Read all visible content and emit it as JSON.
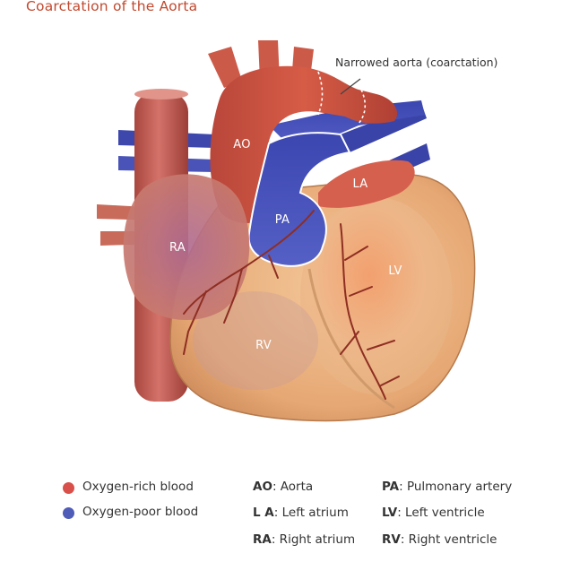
{
  "title": "Coarctation of the Aorta",
  "callout": "Narrowed aorta (coarctation)",
  "labels": {
    "ao": "AO",
    "pa": "PA",
    "la": "LA",
    "ra": "RA",
    "lv": "LV",
    "rv": "RV"
  },
  "legend": {
    "rich": "Oxygen-rich blood",
    "poor": "Oxygen-poor blood",
    "ao_abbr": "AO",
    "ao_name": ": Aorta",
    "la_abbr": "L A",
    "la_name": ": Left atrium",
    "ra_abbr": "RA",
    "ra_name": ": Right atrium",
    "pa_abbr": "PA",
    "pa_name": ": Pulmonary artery",
    "lv_abbr": "LV",
    "lv_name": ": Left ventricle",
    "rv_abbr": "RV",
    "rv_name": ": Right ventricle"
  },
  "colors": {
    "oxygen_rich": "#d9504a",
    "oxygen_poor": "#4f5cb8",
    "heart_body": "#e8b07e",
    "title": "#c2492f"
  }
}
